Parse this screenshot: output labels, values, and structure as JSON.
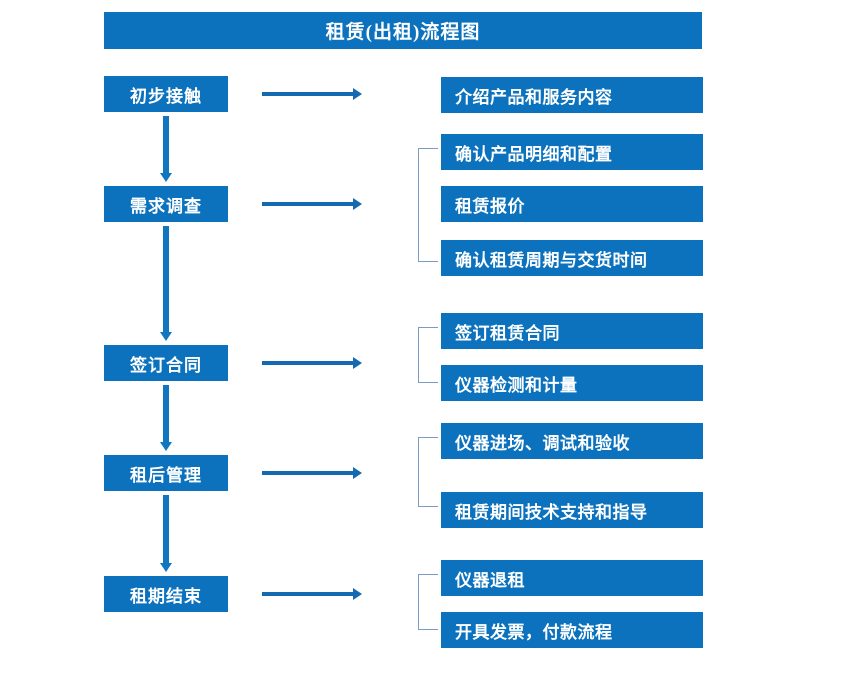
{
  "title": "租赁(出租)流程图",
  "colors": {
    "box_fill": "#0C72BD",
    "box_text": "#FFFFFF",
    "arrow": "#1569B0",
    "vertical_arrow": "#1176C0",
    "bracket": "#7C9BC4",
    "background": "#FFFFFF"
  },
  "chart_data": {
    "type": "diagram",
    "diagram_kind": "flowchart",
    "title": "租赁(出租)流程图",
    "stages": [
      {
        "id": "stage-1",
        "label": "初步接触",
        "details": [
          "介绍产品和服务内容"
        ],
        "bracketed": false
      },
      {
        "id": "stage-2",
        "label": "需求调查",
        "details": [
          "确认产品明细和配置",
          "租赁报价",
          "确认租赁周期与交货时间"
        ],
        "bracketed": true
      },
      {
        "id": "stage-3",
        "label": "签订合同",
        "details": [
          "签订租赁合同",
          "仪器检测和计量"
        ],
        "bracketed": true
      },
      {
        "id": "stage-4",
        "label": "租后管理",
        "details": [
          "仪器进场、调试和验收",
          "租赁期间技术支持和指导"
        ],
        "bracketed": true
      },
      {
        "id": "stage-5",
        "label": "租期结束",
        "details": [
          "仪器退租",
          "开具发票，付款流程"
        ],
        "bracketed": true
      }
    ],
    "flow_order": [
      "初步接触",
      "需求调查",
      "签订合同",
      "租后管理",
      "租期结束"
    ]
  },
  "left_nodes": [
    {
      "label": "初步接触"
    },
    {
      "label": "需求调查"
    },
    {
      "label": "签订合同"
    },
    {
      "label": "租后管理"
    },
    {
      "label": "租期结束"
    }
  ],
  "right_nodes": [
    {
      "label": "介绍产品和服务内容"
    },
    {
      "label": "确认产品明细和配置"
    },
    {
      "label": "租赁报价"
    },
    {
      "label": "确认租赁周期与交货时间"
    },
    {
      "label": "签订租赁合同"
    },
    {
      "label": "仪器检测和计量"
    },
    {
      "label": "仪器进场、调试和验收"
    },
    {
      "label": "租赁期间技术支持和指导"
    },
    {
      "label": "仪器退租"
    },
    {
      "label": "开具发票，付款流程"
    }
  ]
}
